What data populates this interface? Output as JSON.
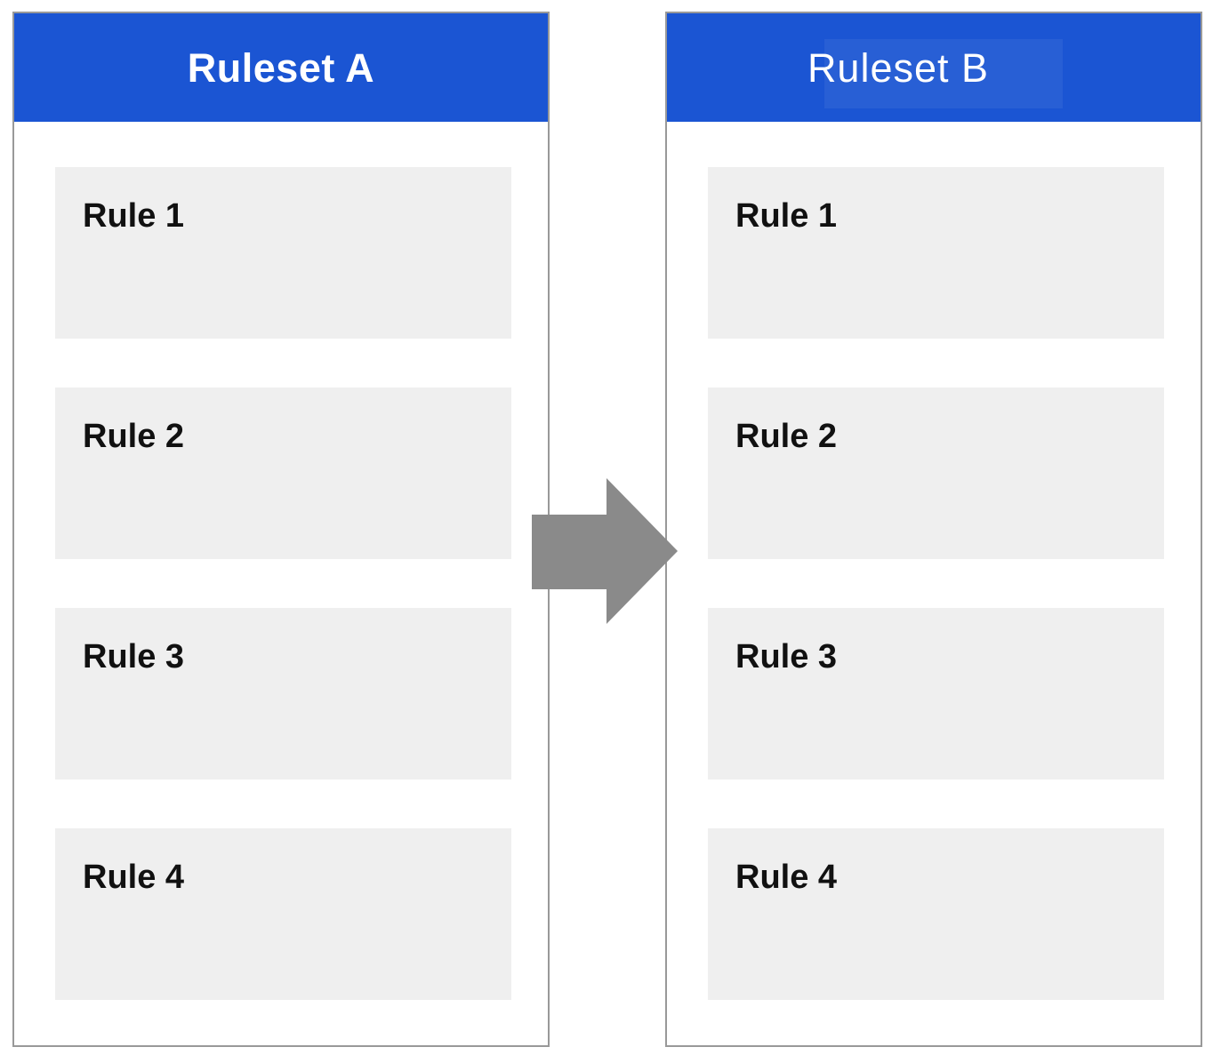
{
  "diagram": {
    "left_panel": {
      "title": "Ruleset A",
      "rules": [
        "Rule 1",
        "Rule 2",
        "Rule 3",
        "Rule 4"
      ]
    },
    "right_panel": {
      "title": "Ruleset B",
      "rules": [
        "Rule 1",
        "Rule 2",
        "Rule 3",
        "Rule 4"
      ]
    },
    "arrow": {
      "direction": "right",
      "color": "#8a8a8a"
    },
    "colors": {
      "header_blue": "#1b55d3",
      "rule_box_gray": "#efefef",
      "panel_border_gray": "#999999",
      "title_text": "#ffffff",
      "rule_text": "#111111"
    }
  }
}
